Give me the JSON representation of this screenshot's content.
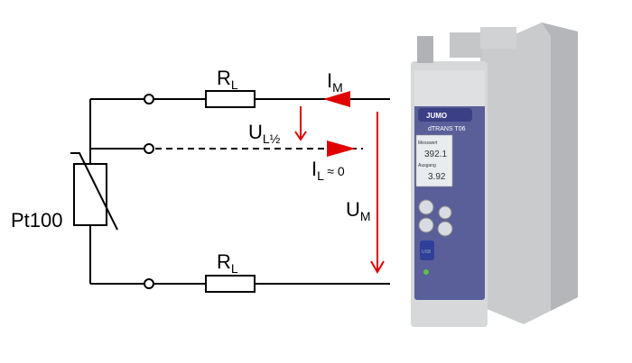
{
  "circuit": {
    "sensor_label": "Pt100",
    "resistor_top": {
      "main": "R",
      "sub": "L"
    },
    "resistor_bottom": {
      "main": "R",
      "sub": "L"
    },
    "current_measure": {
      "main": "I",
      "sub": "M"
    },
    "voltage_line": {
      "main": "U",
      "sub": "L½"
    },
    "current_line": {
      "main": "I",
      "sub": "L",
      "suffix": " ≈ 0"
    },
    "voltage_measure": {
      "main": "U",
      "sub": "M"
    }
  },
  "colors": {
    "arrow": "#e00000",
    "wire": "#000000"
  },
  "device": {
    "brand": "JUMO",
    "model": "dTRANS T06",
    "display_label1": "Messwert",
    "display_value1": "392.1",
    "display_label2": "Ausgang",
    "display_value2": "3.92",
    "usb_label": "USB"
  }
}
